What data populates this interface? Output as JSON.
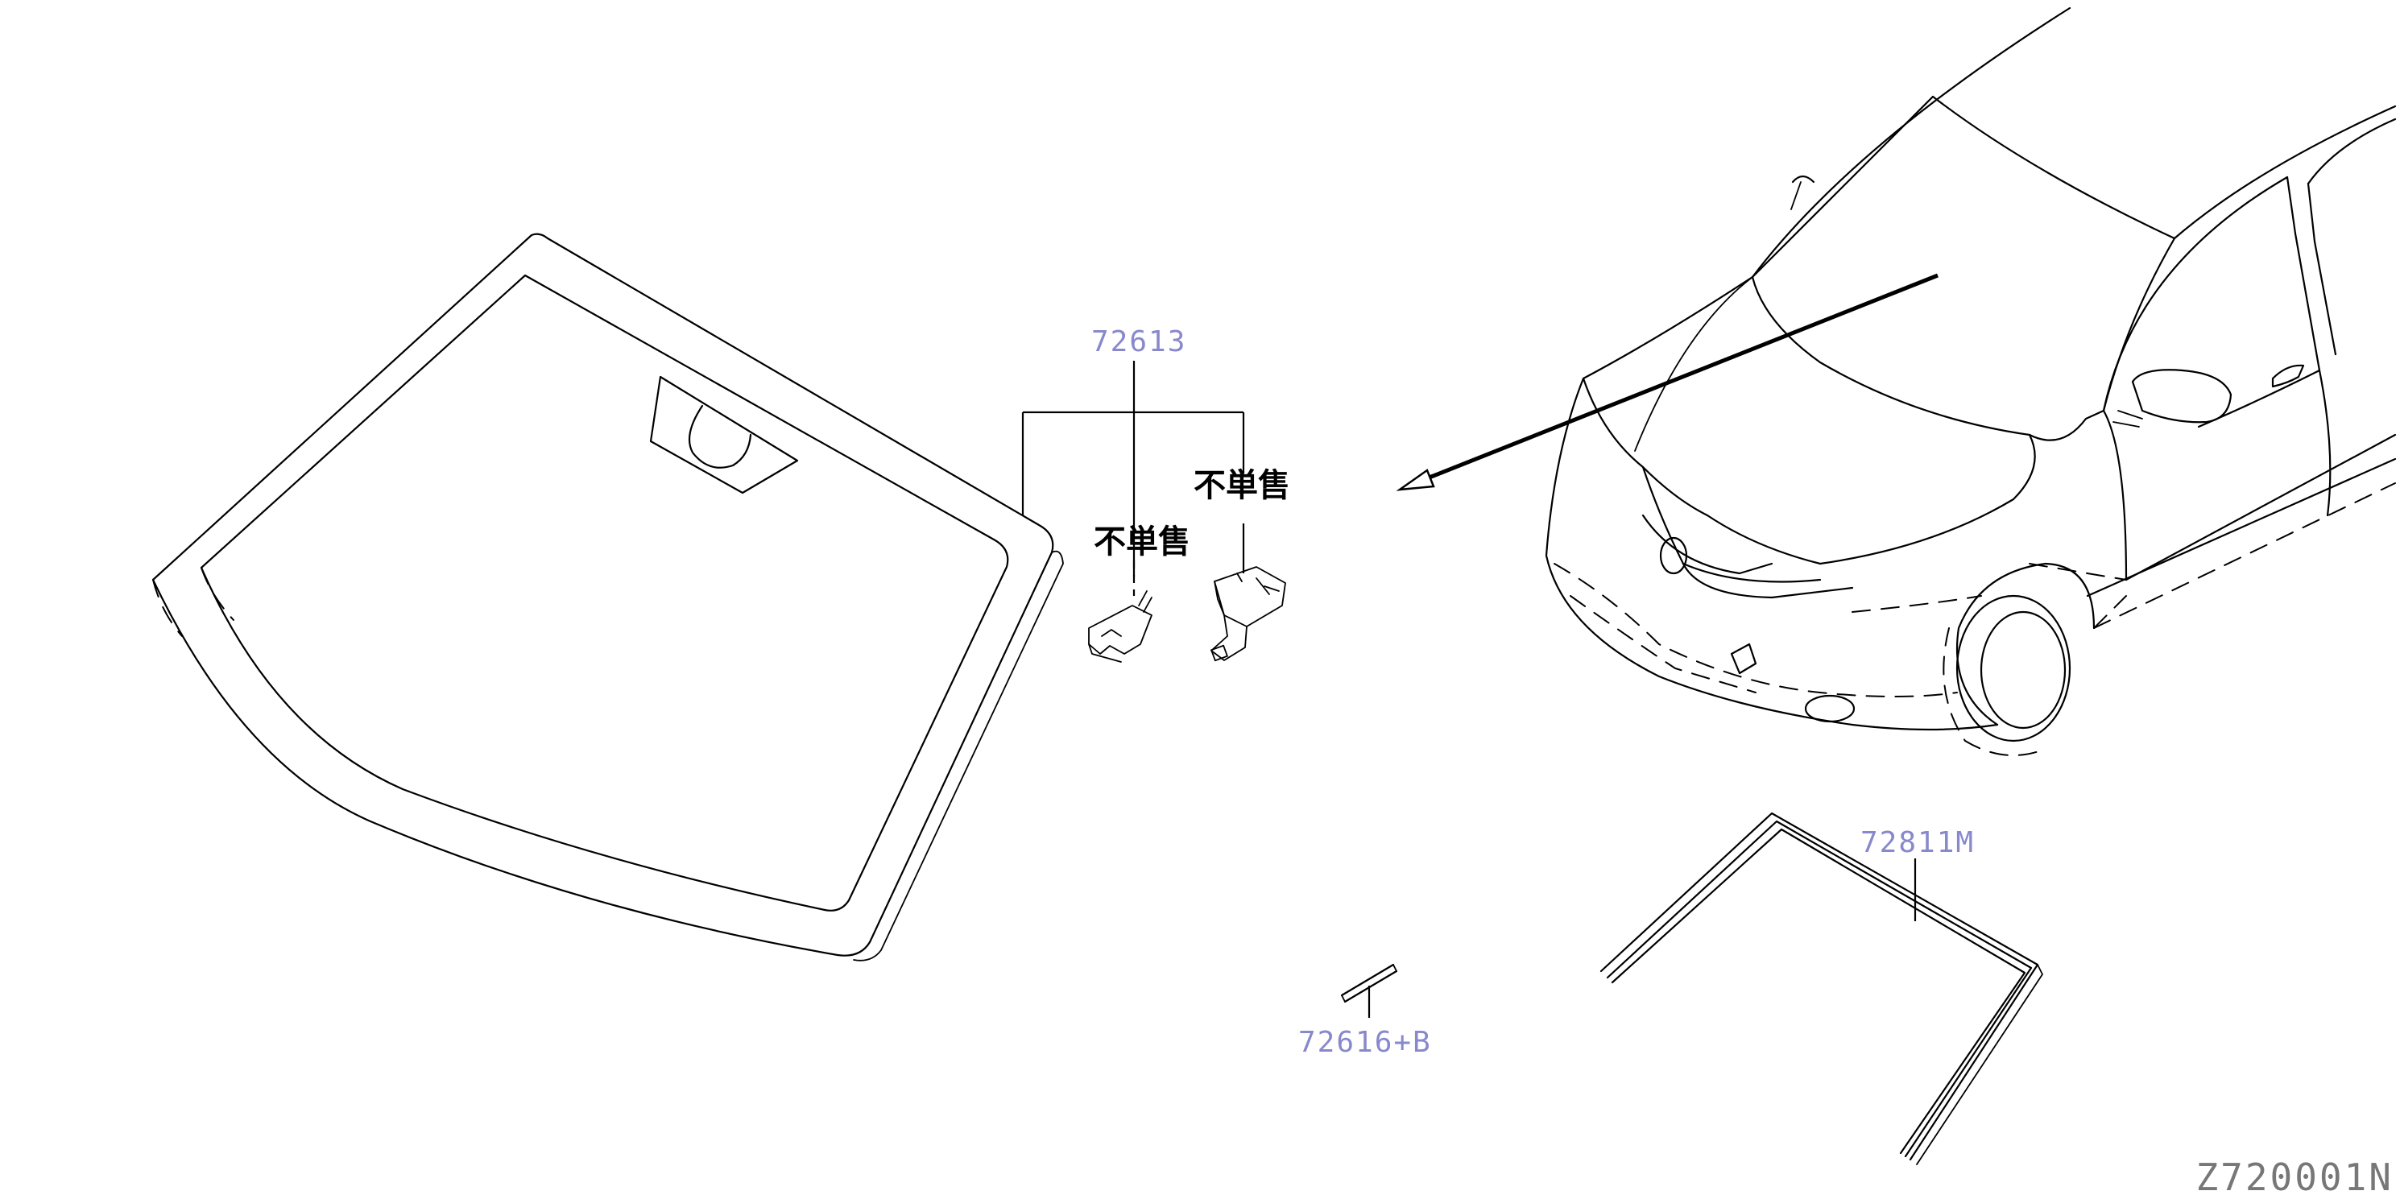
{
  "diagram_code": "Z720001N",
  "not_sold_label": "不単售",
  "callouts": [
    {
      "part_no": "72613"
    },
    {
      "part_no": "72811M"
    },
    {
      "part_no": "72616+B"
    }
  ],
  "colors": {
    "line": "#000000",
    "part_number": "#8888cc",
    "code": "#777777",
    "background": "#ffffff"
  }
}
